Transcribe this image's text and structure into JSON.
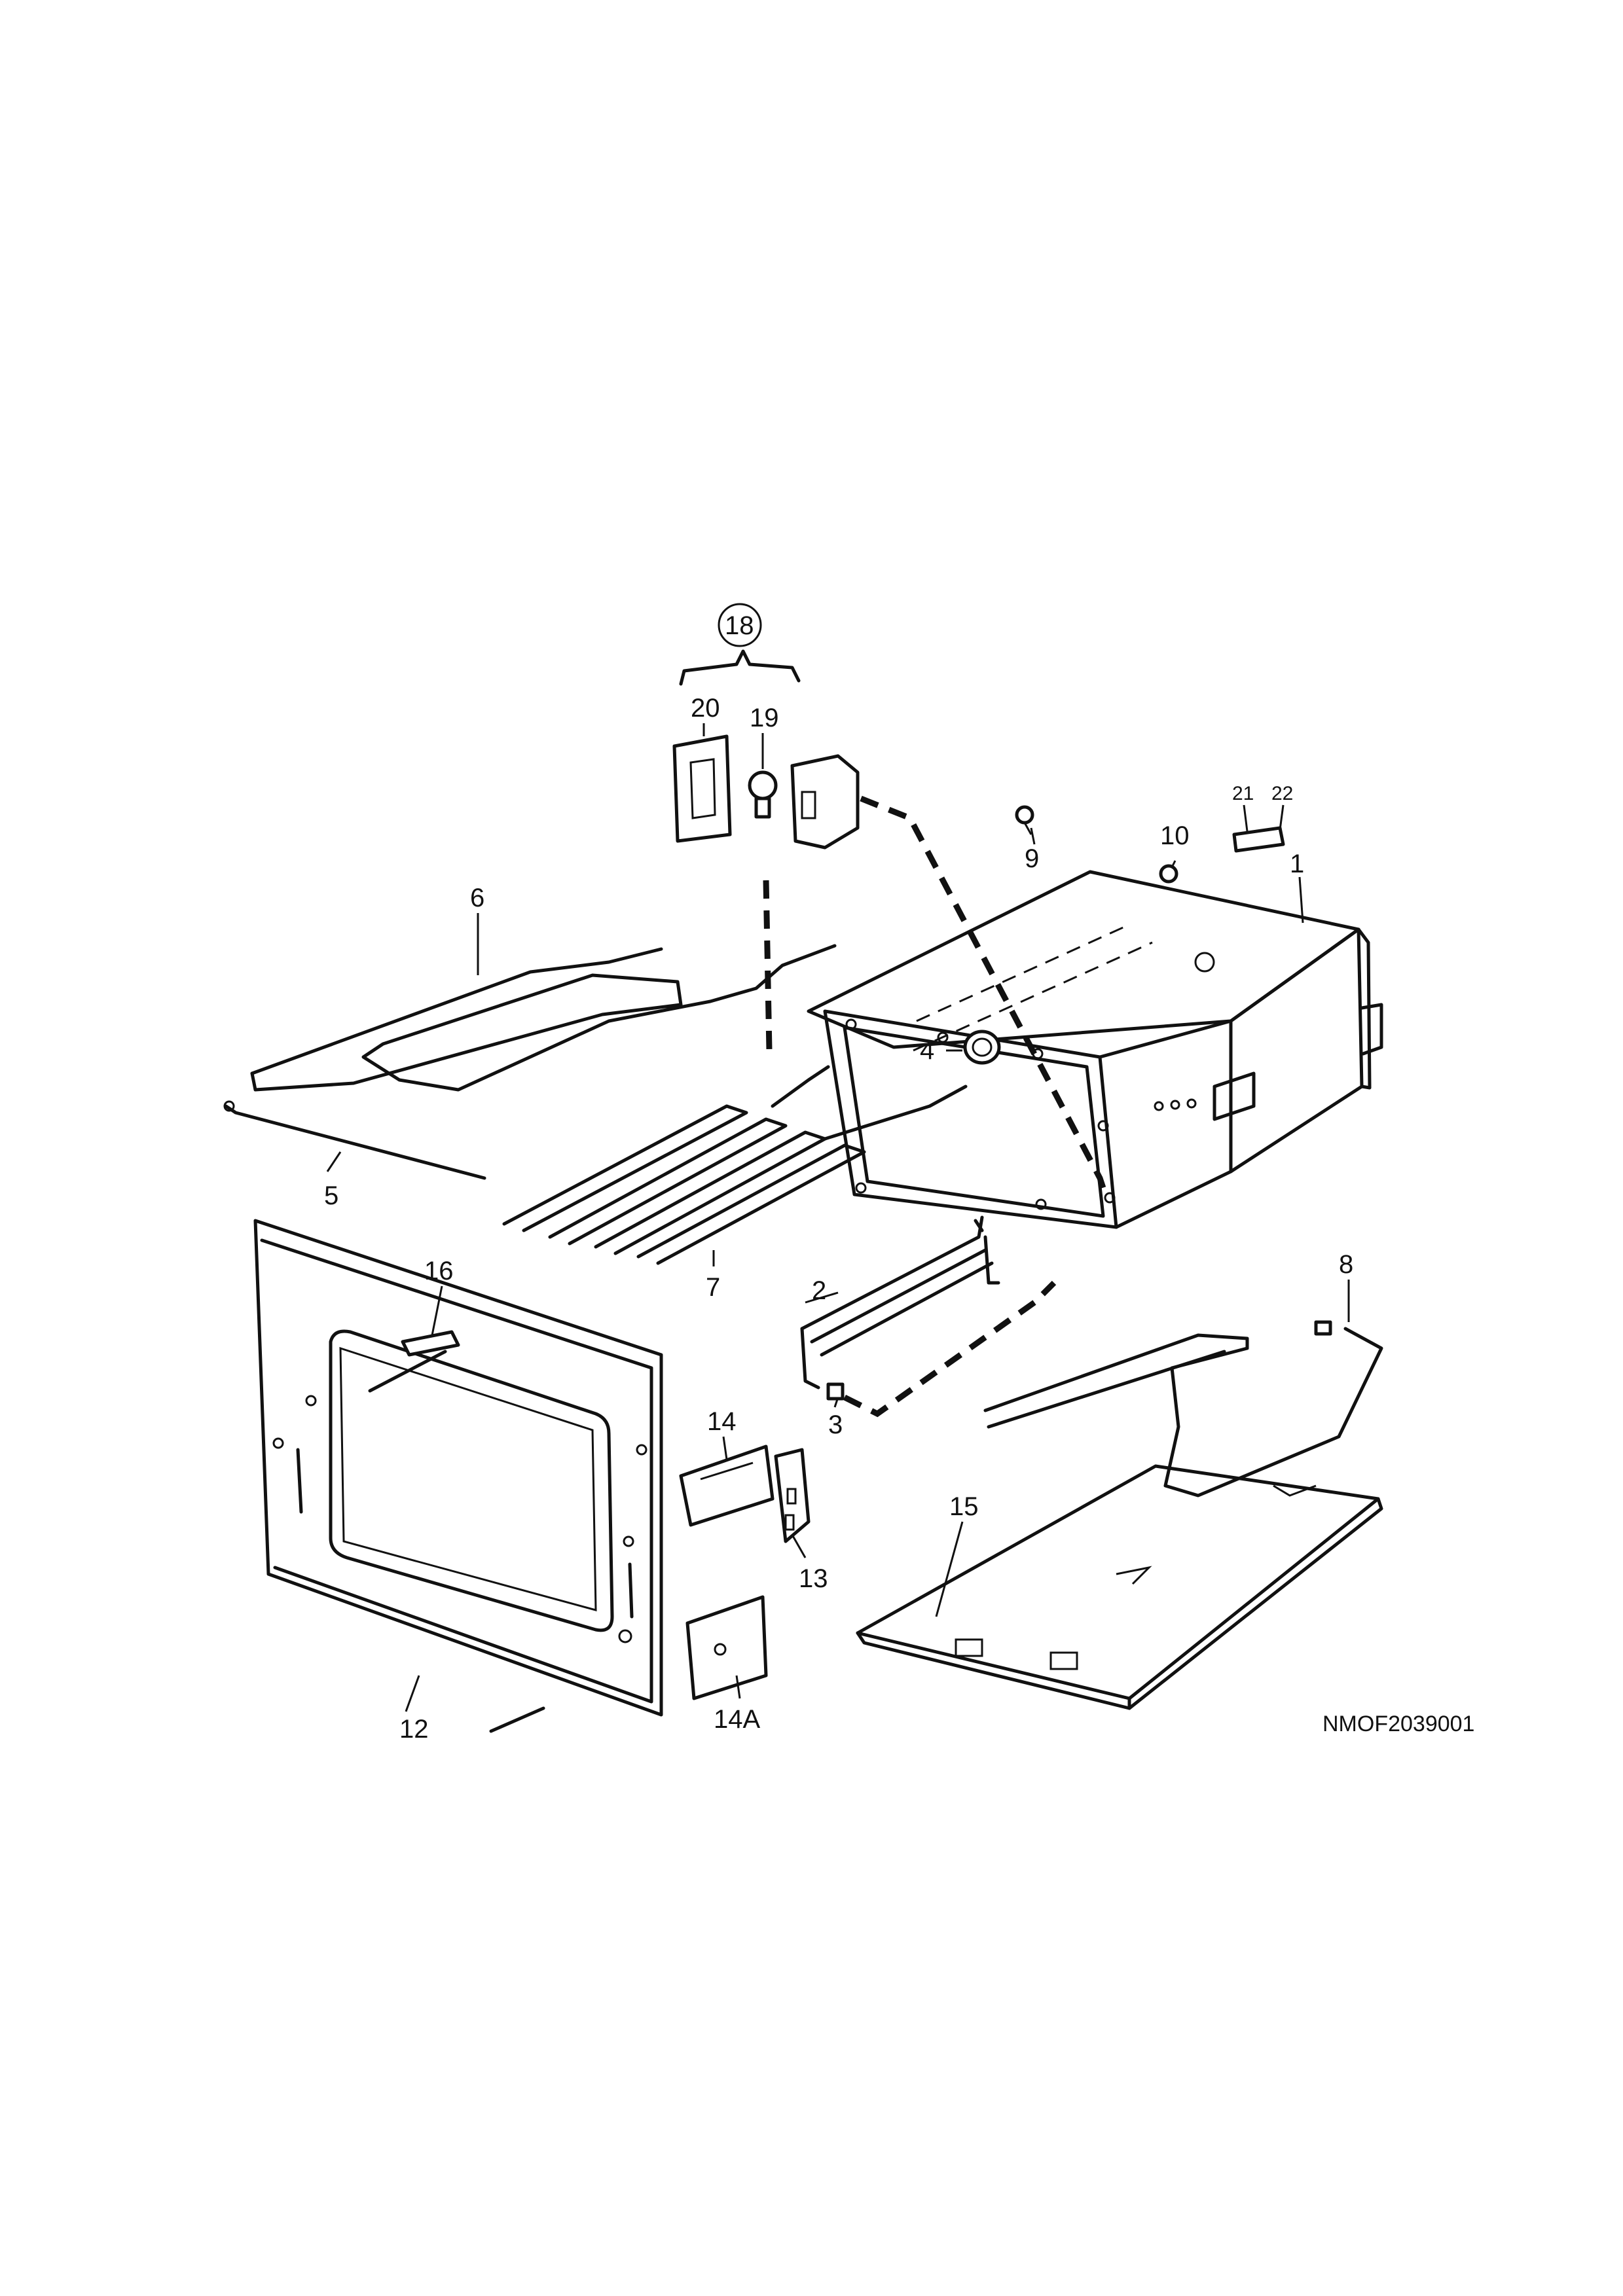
{
  "diagram": {
    "reference_code": "NMOF2039001",
    "kit": {
      "label": "18",
      "contains": [
        "20",
        "19"
      ]
    },
    "callouts": {
      "c1": "1",
      "c2": "2",
      "c3": "3",
      "c4": "4",
      "c5": "5",
      "c6": "6",
      "c7": "7",
      "c8": "8",
      "c9": "9",
      "c10": "10",
      "c12": "12",
      "c13": "13",
      "c14": "14",
      "c14a": "14A",
      "c15": "15",
      "c16": "16",
      "c19": "19",
      "c20": "20",
      "c21": "21",
      "c22": "22"
    }
  }
}
